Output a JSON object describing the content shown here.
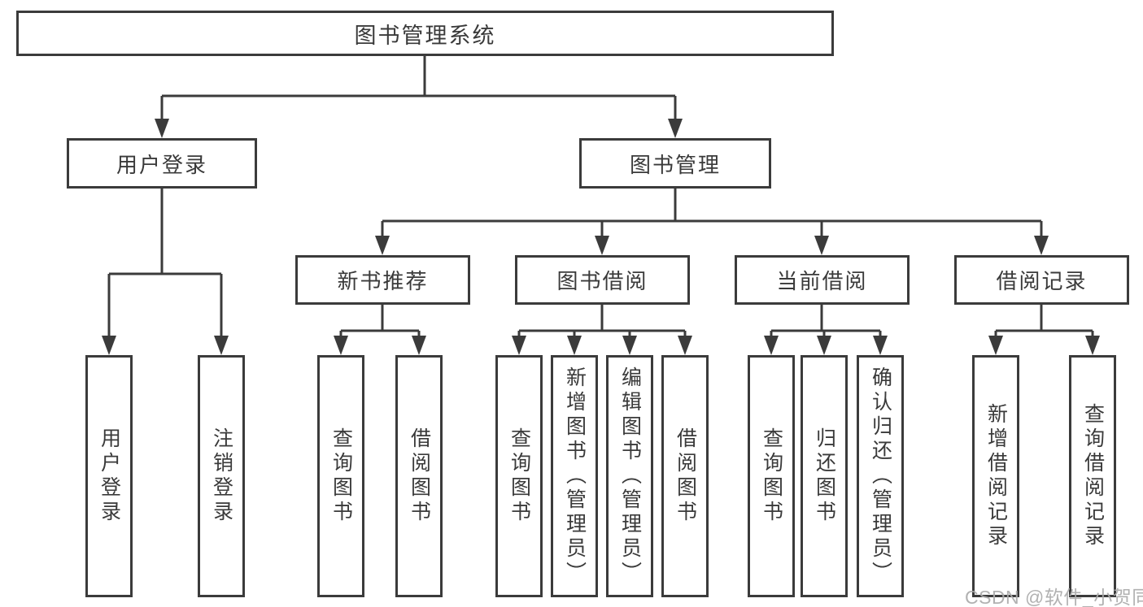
{
  "diagram": {
    "watermark": "CSDN @软件_小贺同学",
    "colors": {
      "line": "#3b3b3b",
      "text": "#3a3a3a",
      "background": "#ffffff",
      "watermark": "#ababab"
    },
    "tree": {
      "label": "图书管理系统",
      "children": [
        {
          "label": "用户登录",
          "children": [
            {
              "label": "用户登录"
            },
            {
              "label": "注销登录"
            }
          ]
        },
        {
          "label": "图书管理",
          "children": [
            {
              "label": "新书推荐",
              "children": [
                {
                  "label": "查询图书"
                },
                {
                  "label": "借阅图书"
                }
              ]
            },
            {
              "label": "图书借阅",
              "children": [
                {
                  "label": "查询图书"
                },
                {
                  "label": "新增图书（管理员）"
                },
                {
                  "label": "编辑图书（管理员）"
                },
                {
                  "label": "借阅图书"
                }
              ]
            },
            {
              "label": "当前借阅",
              "children": [
                {
                  "label": "查询图书"
                },
                {
                  "label": "归还图书"
                },
                {
                  "label": "确认归还（管理员）"
                }
              ]
            },
            {
              "label": "借阅记录",
              "children": [
                {
                  "label": "新增借阅记录"
                },
                {
                  "label": "查询借阅记录"
                }
              ]
            }
          ]
        }
      ]
    }
  }
}
